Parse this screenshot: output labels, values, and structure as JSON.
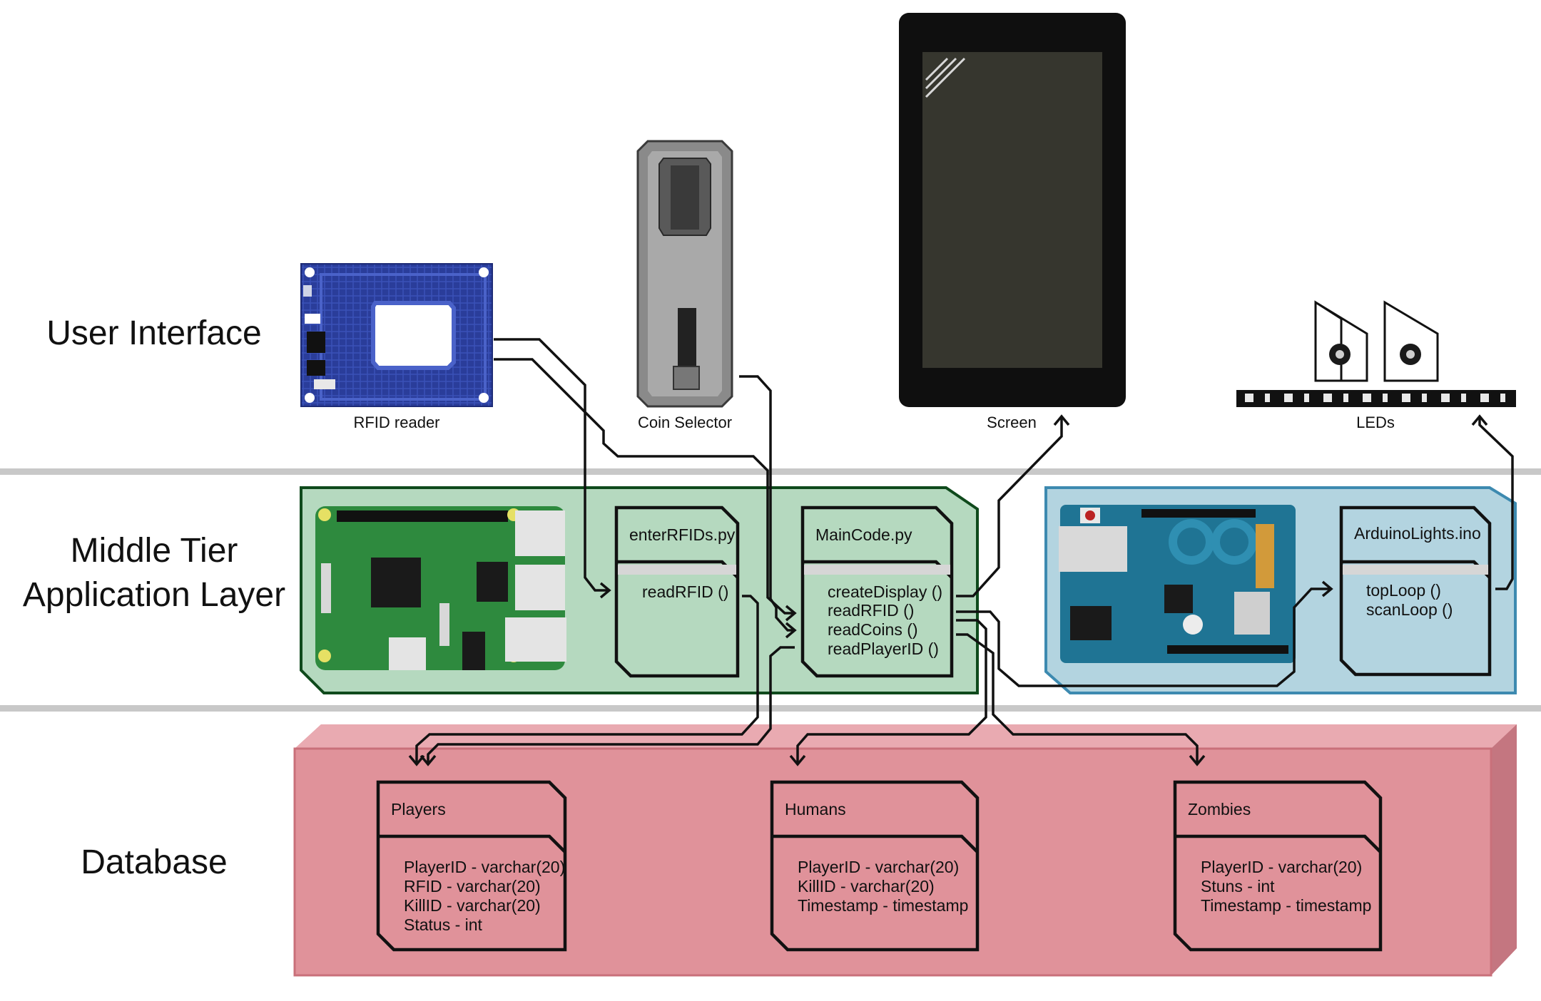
{
  "layers": {
    "user_interface": "User Interface",
    "middle_tier_line1": "Middle Tier",
    "middle_tier_line2": "Application Layer",
    "database": "Database"
  },
  "devices": {
    "rfid_reader": "RFID reader",
    "coin_selector": "Coin Selector",
    "screen": "Screen",
    "leds": "LEDs"
  },
  "middle": {
    "enter_rfids": {
      "title": "enterRFIDs.py",
      "items": [
        "readRFID ()"
      ]
    },
    "main_code": {
      "title": "MainCode.py",
      "items": [
        "createDisplay ()",
        "readRFID ()",
        "readCoins ()",
        "readPlayerID ()"
      ]
    },
    "arduino_lights": {
      "title": "ArduinoLights.ino",
      "items": [
        "topLoop ()",
        "scanLoop ()"
      ]
    }
  },
  "tables": {
    "players": {
      "title": "Players",
      "fields": [
        "PlayerID - varchar(20)",
        "RFID - varchar(20)",
        "KillID - varchar(20)",
        "Status - int"
      ]
    },
    "humans": {
      "title": "Humans",
      "fields": [
        "PlayerID - varchar(20)",
        "KillID - varchar(20)",
        "Timestamp - timestamp"
      ]
    },
    "zombies": {
      "title": "Zombies",
      "fields": [
        "PlayerID - varchar(20)",
        "Stuns - int",
        "Timestamp - timestamp"
      ]
    }
  },
  "colors": {
    "middle_green_fill": "#b5d9bf",
    "middle_green_stroke": "#0f4a1c",
    "middle_blue_fill": "#b3d4e0",
    "middle_blue_stroke": "#3d8ab0",
    "database_fill": "#e0929a",
    "database_side": "#c47680",
    "database_stroke": "#c9707a",
    "separator": "#c8c8c8"
  }
}
